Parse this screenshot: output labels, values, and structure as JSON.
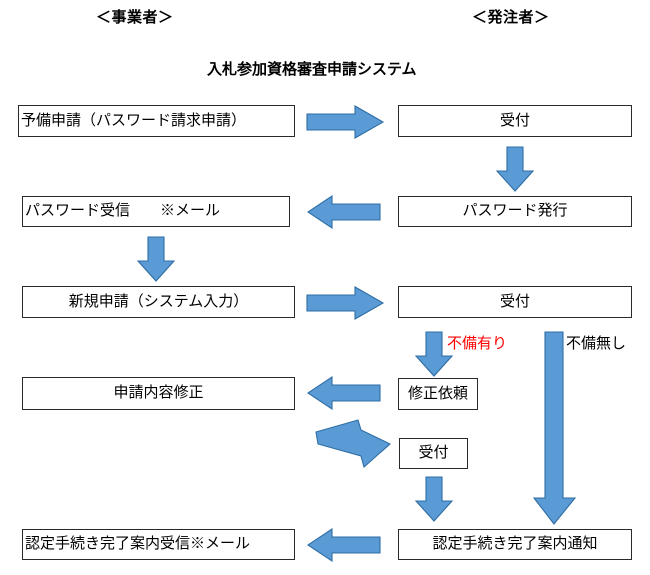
{
  "diagram": {
    "title": "入札参加資格審査申請システム",
    "column_headers": {
      "left": "＜事業者＞",
      "right": "＜発注者＞"
    },
    "colors": {
      "arrow_fill": "#5b9bd5",
      "arrow_stroke": "#2e6da4",
      "box_border": "#2a2a2a",
      "box_fill": "#ffffff",
      "text": "#000000",
      "warning_text": "#ff0000"
    },
    "boxes": [
      {
        "id": "pre-application",
        "label": "予備申請（パスワード請求申請）",
        "column": "left"
      },
      {
        "id": "reception-1",
        "label": "受付",
        "column": "right"
      },
      {
        "id": "password-receive",
        "label": "パスワード受信　　※メール",
        "column": "left"
      },
      {
        "id": "password-issue",
        "label": "パスワード発行",
        "column": "right"
      },
      {
        "id": "new-application",
        "label": "新規申請（システム入力）",
        "column": "left"
      },
      {
        "id": "reception-2",
        "label": "受付",
        "column": "right"
      },
      {
        "id": "amend-application",
        "label": "申請内容修正",
        "column": "left"
      },
      {
        "id": "correction-request",
        "label": "修正依頼",
        "column": "right"
      },
      {
        "id": "reception-3",
        "label": "受付",
        "column": "right"
      },
      {
        "id": "completion-receive",
        "label": "認定手続き完了案内受信※メール",
        "column": "left"
      },
      {
        "id": "completion-notice",
        "label": "認定手続き完了案内通知",
        "column": "right"
      }
    ],
    "branch_labels": [
      {
        "id": "deficiency-yes",
        "label": "不備有り",
        "color": "#ff0000"
      },
      {
        "id": "deficiency-no",
        "label": "不備無し",
        "color": "#000000"
      }
    ],
    "arrows": [
      {
        "id": "arrow-pre-to-reception1",
        "direction": "right"
      },
      {
        "id": "arrow-reception1-to-password-issue",
        "direction": "down"
      },
      {
        "id": "arrow-password-issue-to-receive",
        "direction": "left"
      },
      {
        "id": "arrow-password-receive-to-new-application",
        "direction": "down"
      },
      {
        "id": "arrow-new-application-to-reception2",
        "direction": "right"
      },
      {
        "id": "arrow-reception2-to-correction-request",
        "direction": "down"
      },
      {
        "id": "arrow-correction-request-to-amend",
        "direction": "left"
      },
      {
        "id": "arrow-amend-to-reception3",
        "direction": "down-right"
      },
      {
        "id": "arrow-reception3-to-completion-notice",
        "direction": "down"
      },
      {
        "id": "arrow-reception2-to-completion-notice",
        "direction": "down-long"
      },
      {
        "id": "arrow-completion-notice-to-receive",
        "direction": "left"
      }
    ]
  }
}
